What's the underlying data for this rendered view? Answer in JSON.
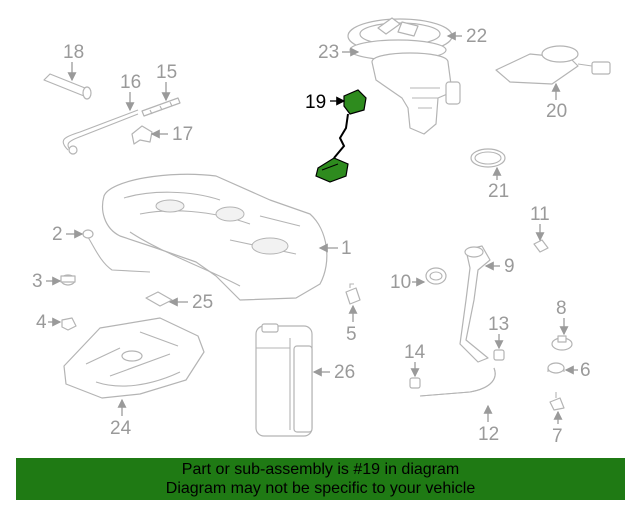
{
  "diagram": {
    "highlight_color": "#2e8b1e",
    "callouts": [
      "1",
      "2",
      "3",
      "4",
      "5",
      "6",
      "7",
      "8",
      "9",
      "10",
      "11",
      "12",
      "13",
      "14",
      "15",
      "16",
      "17",
      "18",
      "19",
      "20",
      "21",
      "22",
      "23",
      "24",
      "25",
      "26"
    ],
    "highlighted_part": "19"
  },
  "banner": {
    "line1": "Part or sub-assembly is #19 in diagram",
    "line2": "Diagram may not be specific to your vehicle",
    "background": "#1f7a14"
  }
}
